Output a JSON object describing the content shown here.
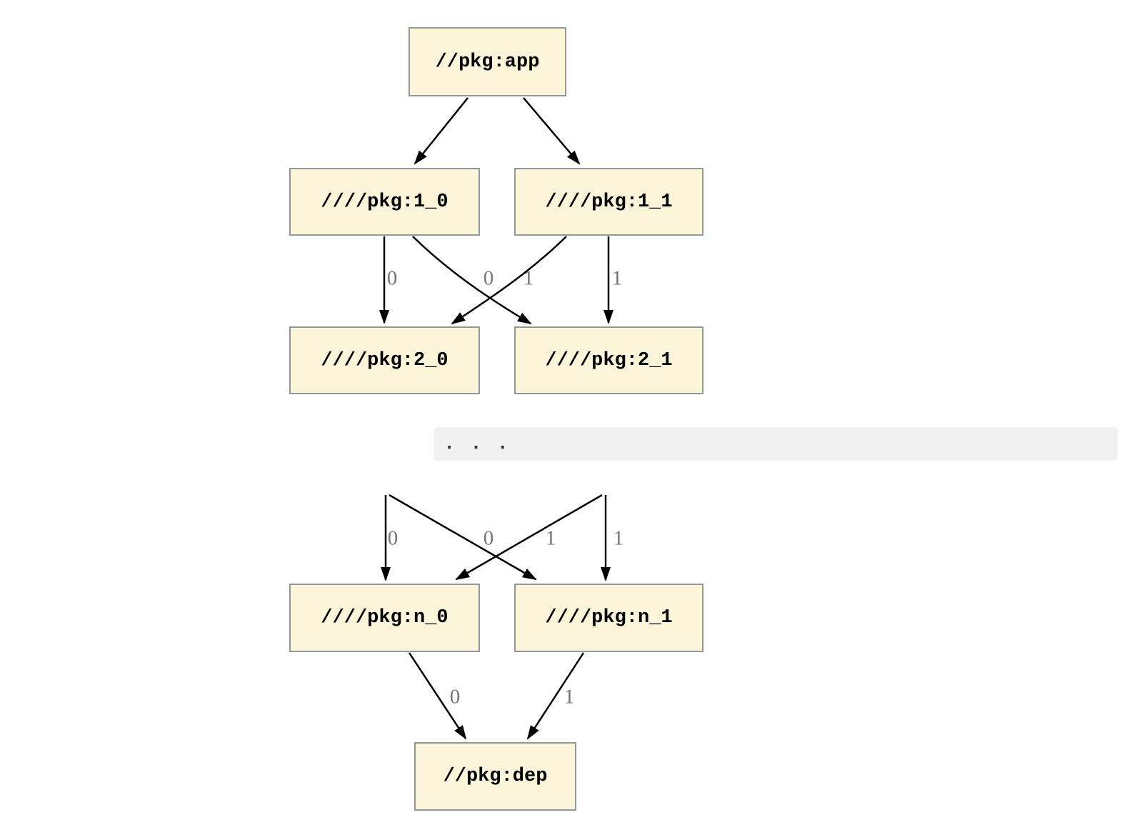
{
  "graph": {
    "nodes": [
      {
        "id": "app",
        "label": "//pkg:app"
      },
      {
        "id": "1_0",
        "label": "////pkg:1_0"
      },
      {
        "id": "1_1",
        "label": "////pkg:1_1"
      },
      {
        "id": "2_0",
        "label": "////pkg:2_0"
      },
      {
        "id": "2_1",
        "label": "////pkg:2_1"
      },
      {
        "id": "n_0",
        "label": "////pkg:n_0"
      },
      {
        "id": "n_1",
        "label": "////pkg:n_1"
      },
      {
        "id": "dep",
        "label": "//pkg:dep"
      }
    ],
    "edges": [
      {
        "from": "app",
        "to": "1_0",
        "label": ""
      },
      {
        "from": "app",
        "to": "1_1",
        "label": ""
      },
      {
        "from": "1_0",
        "to": "2_0",
        "label": "0"
      },
      {
        "from": "1_0",
        "to": "2_1",
        "label": "0"
      },
      {
        "from": "1_1",
        "to": "2_0",
        "label": "1"
      },
      {
        "from": "1_1",
        "to": "2_1",
        "label": "1"
      },
      {
        "from": "ellipsis",
        "to": "n_0",
        "label": "0"
      },
      {
        "from": "ellipsis",
        "to": "n_1",
        "label": "0"
      },
      {
        "from": "ellipsis",
        "to": "n_0",
        "label": "1"
      },
      {
        "from": "ellipsis",
        "to": "n_1",
        "label": "1"
      },
      {
        "from": "n_0",
        "to": "dep",
        "label": "0"
      },
      {
        "from": "n_1",
        "to": "dep",
        "label": "1"
      }
    ],
    "ellipsis_text": ". . .",
    "colors": {
      "node_fill": "#FDF5DA",
      "node_border": "#8F9999",
      "node_text": "#000000",
      "edge": "#000000",
      "edge_label": "#757575",
      "separator_bg": "#F0F0F0"
    }
  }
}
